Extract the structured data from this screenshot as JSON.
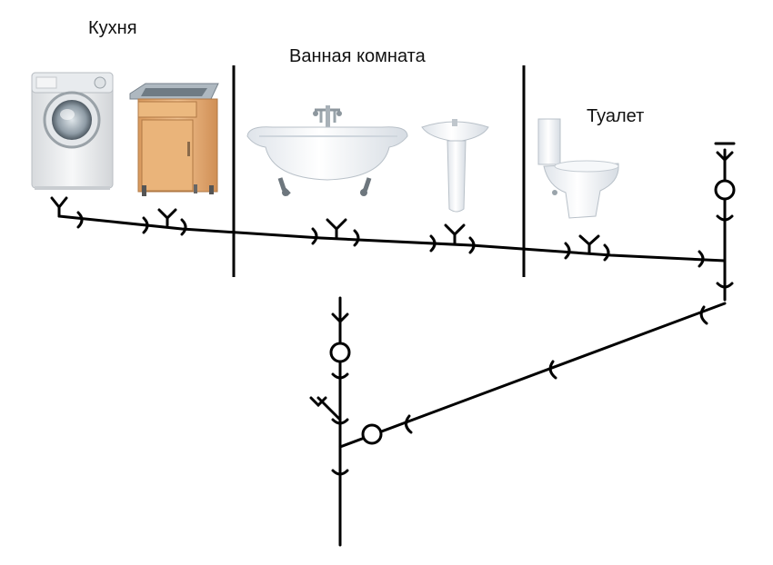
{
  "rooms": {
    "kitchen": "Кухня",
    "bathroom": "Ванная комната",
    "toilet": "Туалет"
  },
  "colors": {
    "pipe": "#000000",
    "appliance_white": "#eef0f2",
    "cabinet_wood": "#e9b37f",
    "steel": "#8e9aa3"
  },
  "fixtures": [
    "washing-machine",
    "kitchen-sink-cabinet",
    "bathtub",
    "pedestal-washbasin",
    "toilet-bowl"
  ]
}
